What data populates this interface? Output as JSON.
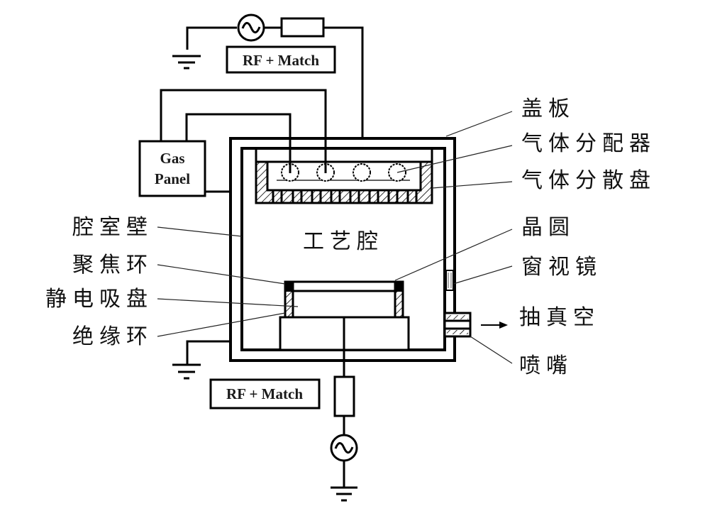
{
  "diagram": {
    "title": "Plasma etch process chamber schematic",
    "center_label": "工艺腔",
    "top_supply": {
      "label": "RF + Match",
      "source_icon": "ac-source-icon",
      "ground_icon": "ground-icon"
    },
    "bottom_supply": {
      "label": "RF + Match",
      "source_icon": "ac-source-icon",
      "ground_icon": "ground-icon"
    },
    "gas_panel": {
      "line1": "Gas",
      "line2": "Panel"
    },
    "right_labels": [
      {
        "id": "lid",
        "text": "盖板"
      },
      {
        "id": "gas-distributor",
        "text": "气体分配器"
      },
      {
        "id": "showerhead",
        "text": "气体分散盘"
      },
      {
        "id": "wafer",
        "text": "晶圆"
      },
      {
        "id": "viewport",
        "text": "窗视镜"
      },
      {
        "id": "vacuum",
        "text": "抽真空"
      },
      {
        "id": "nozzle",
        "text": "喷嘴"
      }
    ],
    "left_labels": [
      {
        "id": "chamber-wall",
        "text": "腔室壁"
      },
      {
        "id": "focus-ring",
        "text": "聚焦环"
      },
      {
        "id": "esc",
        "text": "静电吸盘"
      },
      {
        "id": "insulator-ring",
        "text": "绝缘环"
      }
    ],
    "gas_holes_count": 4
  }
}
